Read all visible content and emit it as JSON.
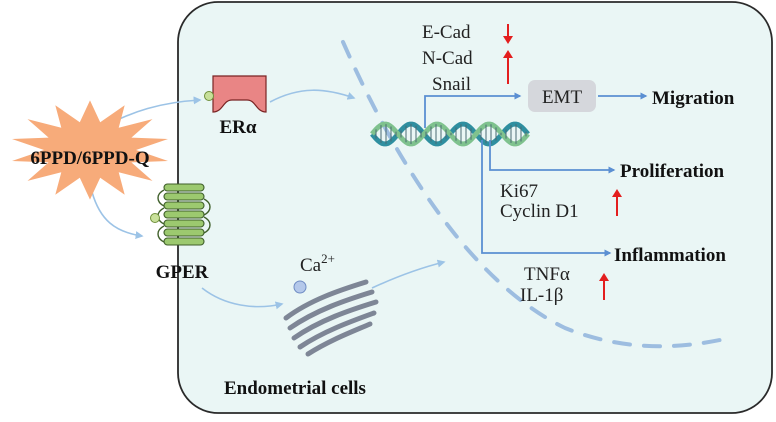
{
  "diagram": {
    "compound_label": "6PPD/6PPD-Q",
    "receptor_er": "ERα",
    "receptor_gper": "GPER",
    "calcium_base": "Ca",
    "calcium_sup": "2+",
    "cell_label": "Endometrial cells",
    "emt_markers": [
      "E-Cad",
      "N-Cad",
      "Snail"
    ],
    "emt_label": "EMT",
    "outcome_migration": "Migration",
    "outcome_proliferation": "Proliferation",
    "outcome_inflammation": "Inflammation",
    "proliferation_markers": [
      "Ki67",
      "Cyclin D1"
    ],
    "inflammation_markers": [
      "TNFα",
      "IL-1β"
    ]
  },
  "colors": {
    "cell_fill": "#eaf6f5",
    "cell_stroke": "#2a2a2a",
    "burst_fill": "#f7ab7a",
    "er_fill": "#e98585",
    "gper_fill": "#9cc96f",
    "ligand_fill": "#c8e09a",
    "arrow_blue": "#5b8fd2",
    "flow_light": "#9cc3e6",
    "dash_blue": "#9dbde0",
    "emt_box": "#d5d7dc",
    "up_red": "#e31e1e",
    "er_calcium": "#7e8696",
    "dna_teal": "#2f8fa0",
    "dna_green": "#7fc28e"
  }
}
